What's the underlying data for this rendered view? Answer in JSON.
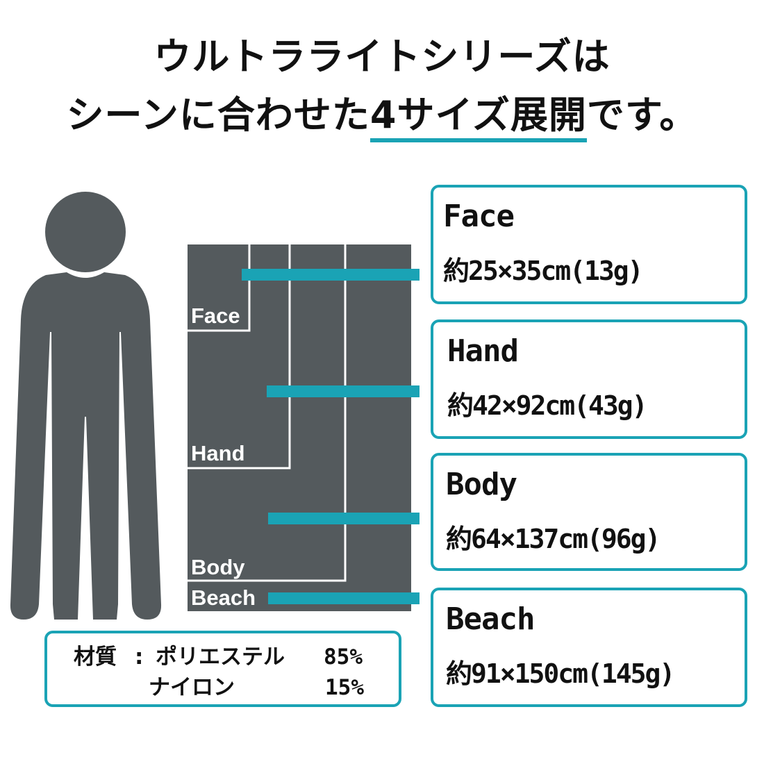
{
  "headline": {
    "line1": "ウルトラライトシリーズは",
    "line2_pre": "シーンに合わせた",
    "line2_highlight": "4サイズ展開",
    "line2_post": "です。"
  },
  "towel_labels": [
    "Face",
    "Hand",
    "Body",
    "Beach"
  ],
  "sizes": [
    {
      "name": "Face",
      "dimensions": "約25×35cm(13g)"
    },
    {
      "name": "Hand",
      "dimensions": "約42×92cm(43g)"
    },
    {
      "name": "Body",
      "dimensions": "約64×137cm(96g)"
    },
    {
      "name": "Beach",
      "dimensions": "約91×150cm(145g)"
    }
  ],
  "material": {
    "label": "材質",
    "separator": ":",
    "items": [
      {
        "name": "ポリエステル",
        "percent": "85%"
      },
      {
        "name": "ナイロン",
        "percent": "15%"
      }
    ]
  },
  "colors": {
    "accent": "#1aa3b5",
    "towel": "#545a5d",
    "person": "#545a5d",
    "outline": "#ffffff"
  }
}
